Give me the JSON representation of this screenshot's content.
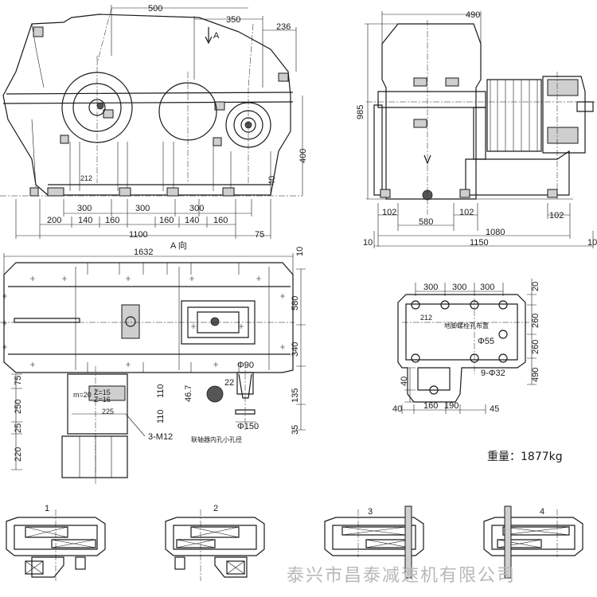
{
  "front_view": {
    "dims": {
      "d500": "500",
      "d350": "350",
      "d236": "236",
      "d212": "212",
      "d40": "40",
      "d400": "400",
      "d300a": "300",
      "d300b": "300",
      "d300c": "300",
      "d200": "200",
      "d140a": "140",
      "d160a": "160",
      "d160b": "160",
      "d140b": "140",
      "d160c": "160",
      "d1100": "1100",
      "d75": "75"
    },
    "arrow_label": "A",
    "view_label": "A 向"
  },
  "side_view": {
    "dims": {
      "d490": "490",
      "d985": "985",
      "d102a": "102",
      "d580": "580",
      "d102b": "102",
      "d102c": "102",
      "d1080": "1080",
      "d10": "10",
      "d1150": "1150",
      "d10b": "10"
    }
  },
  "top_view": {
    "dims": {
      "d1632": "1632",
      "d10": "10",
      "d580": "580",
      "d340": "340",
      "d135": "135",
      "d35": "35",
      "d75": "75",
      "d250": "250",
      "d25": "25",
      "d220": "220",
      "d110a": "110",
      "d110b": "110",
      "d225": "225",
      "d467": "46.7",
      "d22": "22",
      "phi90": "Φ90",
      "phi150": "Φ150",
      "m12": "3-M12",
      "gear_m": "m=20",
      "gear_z1": "Z=15",
      "gear_z2": "Z=16"
    },
    "note": "联轴器内孔小孔径"
  },
  "foundation": {
    "dims": {
      "d300a": "300",
      "d300b": "300",
      "d300c": "300",
      "d20": "20",
      "d212": "212",
      "d260a": "260",
      "d260b": "260",
      "d490": "490",
      "phi55": "Φ55",
      "phi32": "9-Φ32",
      "d40a": "40",
      "d40b": "40",
      "d160": "160",
      "d190": "190",
      "d45": "45"
    },
    "title": "地脚螺栓孔布置"
  },
  "weight": {
    "label": "重量：",
    "value": "1877kg"
  },
  "assembly": {
    "labels": [
      "1",
      "2",
      "3",
      "4"
    ]
  },
  "watermark": "泰兴市昌泰减速机有限公司"
}
